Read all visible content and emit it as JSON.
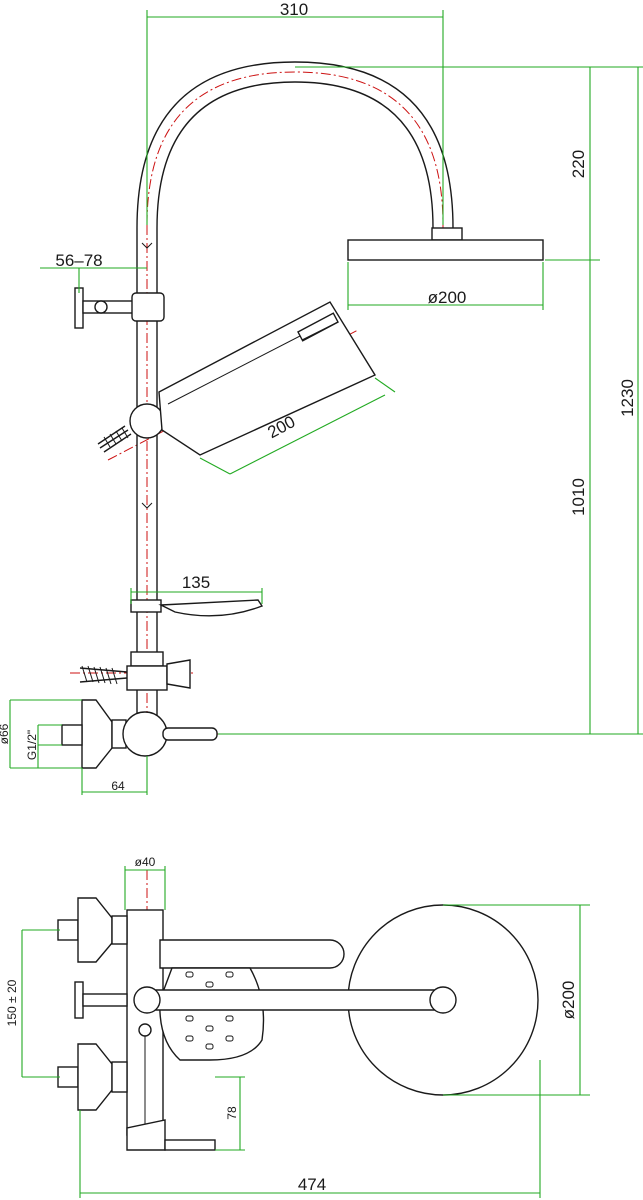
{
  "dimensions": {
    "arm_width": "310",
    "arm_height": "220",
    "wall_distance": "56–78",
    "head_diameter_top": "ø200",
    "hand_shower_length": "200",
    "total_height": "1230",
    "head_height": "1010",
    "shelf_width": "135",
    "flange_diameter": "ø66",
    "thread": "G1/2\"",
    "mixer_depth": "64",
    "tube_diameter": "ø40",
    "inlet_spacing": "150 ± 20",
    "spout_height": "78",
    "overall_width": "474",
    "head_diameter_plan": "ø200"
  },
  "colors": {
    "outline": "#1a1a1a",
    "dimension_lines": "#22aa22",
    "center_lines": "#cc1111"
  }
}
